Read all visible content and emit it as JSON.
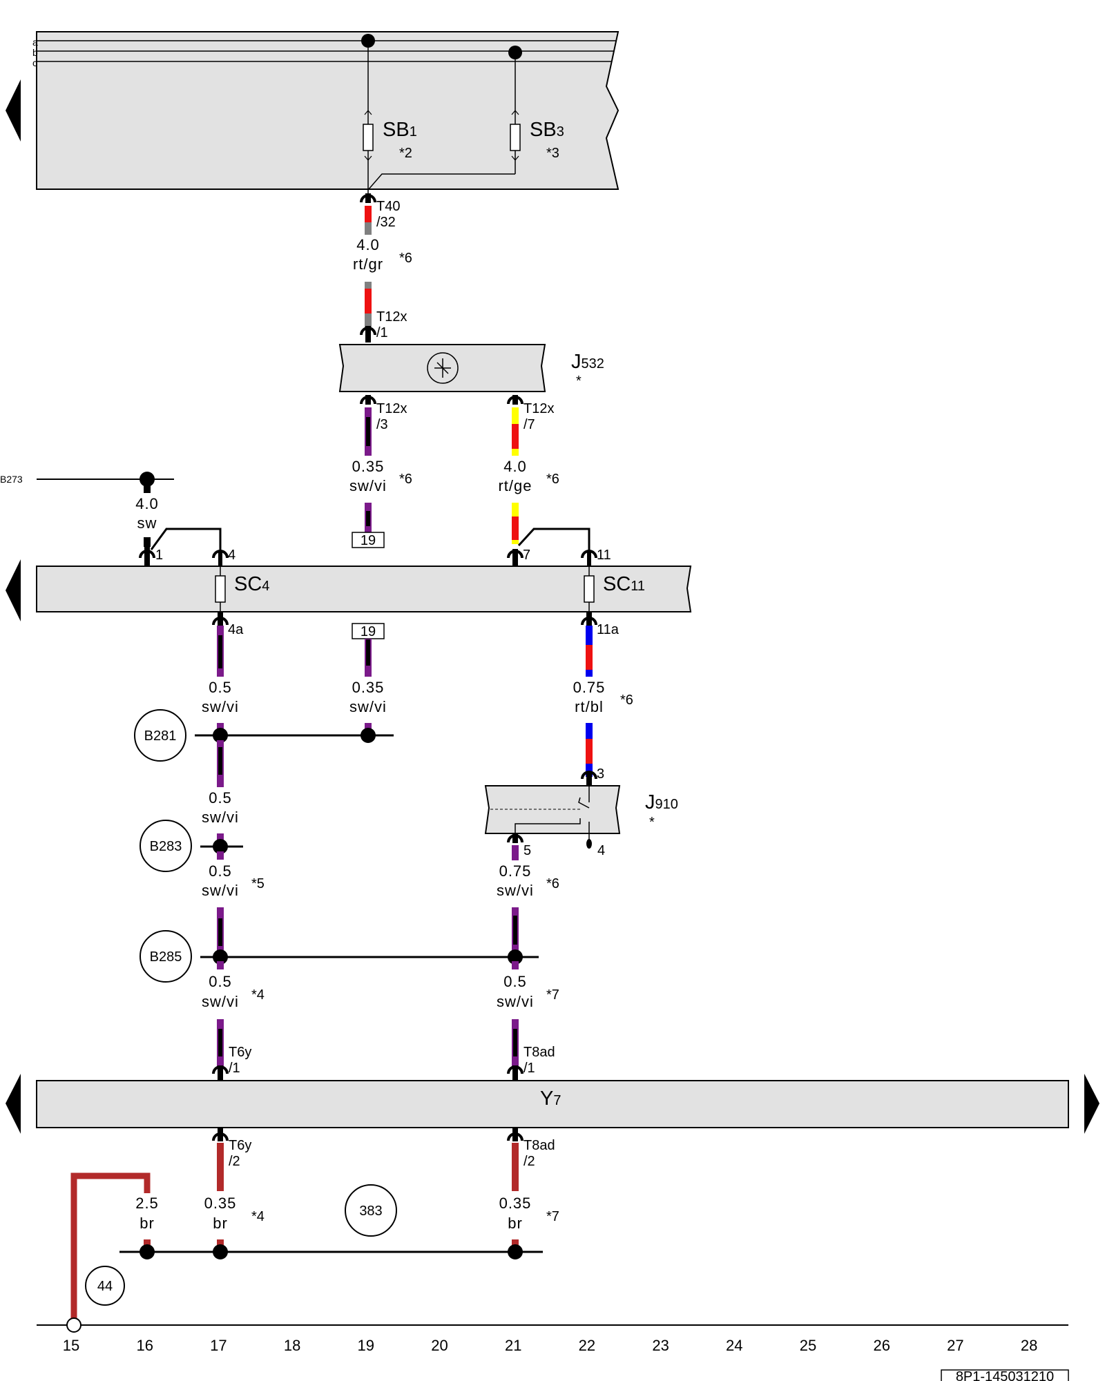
{
  "bus_labels": [
    "a",
    "b",
    "c"
  ],
  "fuses": {
    "sb1": {
      "name": "SB",
      "sub": "1",
      "note": "*2"
    },
    "sb3": {
      "name": "SB",
      "sub": "3",
      "note": "*3"
    },
    "sc4": {
      "name": "SC",
      "sub": "4"
    },
    "sc11": {
      "name": "SC",
      "sub": "11"
    }
  },
  "components": {
    "j532": {
      "name": "J",
      "sub": "532",
      "note": "*"
    },
    "j910": {
      "name": "J",
      "sub": "910",
      "note": "*"
    },
    "y7": {
      "name": "Y",
      "sub": "7"
    }
  },
  "wires": {
    "w_t40": {
      "size": "4.0",
      "color": "rt/gr",
      "note": "*6"
    },
    "w_j532_3": {
      "size": "0.35",
      "color": "sw/vi",
      "note": "*6"
    },
    "w_j532_7": {
      "size": "4.0",
      "color": "rt/ge",
      "note": "*6"
    },
    "w_b273": {
      "size": "4.0",
      "color": "sw"
    },
    "w_sc4": {
      "size": "0.5",
      "color": "sw/vi"
    },
    "w_19": {
      "size": "0.35",
      "color": "sw/vi"
    },
    "w_sc11": {
      "size": "0.75",
      "color": "rt/bl",
      "note": "*6"
    },
    "w_b281": {
      "size": "0.5",
      "color": "sw/vi"
    },
    "w_b283": {
      "size": "0.5",
      "color": "sw/vi",
      "note": "*5"
    },
    "w_j910_5": {
      "size": "0.75",
      "color": "sw/vi",
      "note": "*6"
    },
    "w_b285_l": {
      "size": "0.5",
      "color": "sw/vi",
      "note": "*4"
    },
    "w_b285_r": {
      "size": "0.5",
      "color": "sw/vi",
      "note": "*7"
    },
    "w_gnd_16": {
      "size": "2.5",
      "color": "br"
    },
    "w_gnd_17": {
      "size": "0.35",
      "color": "br",
      "note": "*4"
    },
    "w_gnd_21": {
      "size": "0.35",
      "color": "br",
      "note": "*7"
    }
  },
  "connectors": {
    "t40": {
      "a": "T40",
      "b": "/32"
    },
    "t12x_1": {
      "a": "T12x",
      "b": "/1"
    },
    "t12x_3": {
      "a": "T12x",
      "b": "/3"
    },
    "t12x_7": {
      "a": "T12x",
      "b": "/7"
    },
    "p1": "1",
    "p4": "4",
    "p7": "7",
    "p11": "11",
    "p4a": "4a",
    "p11a": "11a",
    "j910_p3": "3",
    "j910_p5": "5",
    "j910_p4": "4",
    "t6y_1": {
      "a": "T6y",
      "b": "/1"
    },
    "t8ad_1": {
      "a": "T8ad",
      "b": "/1"
    },
    "t6y_2": {
      "a": "T6y",
      "b": "/2"
    },
    "t8ad_2": {
      "a": "T8ad",
      "b": "/2"
    }
  },
  "ref_boxes": {
    "top": "19",
    "bottom": "19"
  },
  "splices": {
    "b273": "B273",
    "b281": "B281",
    "b283": "B283",
    "b285": "B285"
  },
  "circles": {
    "c383": "383",
    "c44": "44"
  },
  "axis_numbers": [
    "15",
    "16",
    "17",
    "18",
    "19",
    "20",
    "21",
    "22",
    "23",
    "24",
    "25",
    "26",
    "27",
    "28"
  ],
  "doc_id": "8P1-145031210",
  "colors": {
    "panel": "#e2e2e2",
    "red": "#ee1111",
    "grey": "#808080",
    "black": "#000000",
    "purple": "#7b1a8a",
    "yellow": "#ffff00",
    "blue": "#0000ee",
    "brown": "#b22a2a"
  }
}
